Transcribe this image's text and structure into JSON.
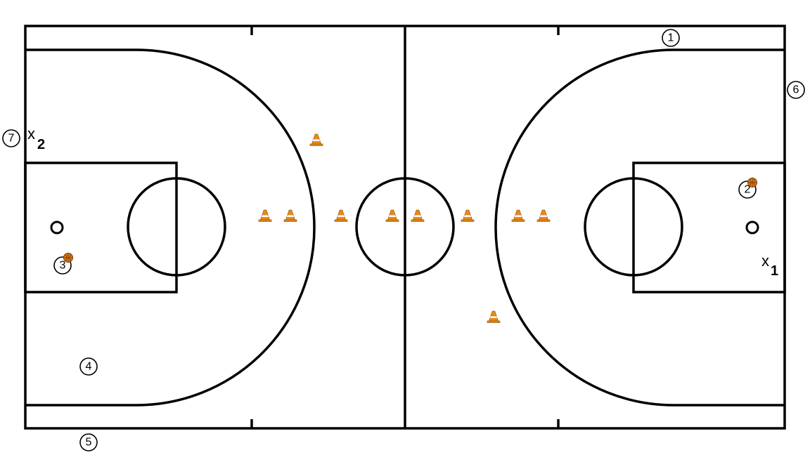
{
  "players": [
    {
      "id": "p1",
      "label": "1"
    },
    {
      "id": "p2",
      "label": "2",
      "ball": true
    },
    {
      "id": "p3",
      "label": "3",
      "ball": true
    },
    {
      "id": "p4",
      "label": "4"
    },
    {
      "id": "p5",
      "label": "5"
    },
    {
      "id": "p6",
      "label": "6"
    },
    {
      "id": "p7",
      "label": "7"
    }
  ],
  "defenders": [
    {
      "id": "x1",
      "mark": "x",
      "sub": "1"
    },
    {
      "id": "x2",
      "mark": "x",
      "sub": "2"
    }
  ],
  "colors": {
    "lines": "#000000",
    "cone": "#e8891a",
    "ball": "#e07b16"
  }
}
